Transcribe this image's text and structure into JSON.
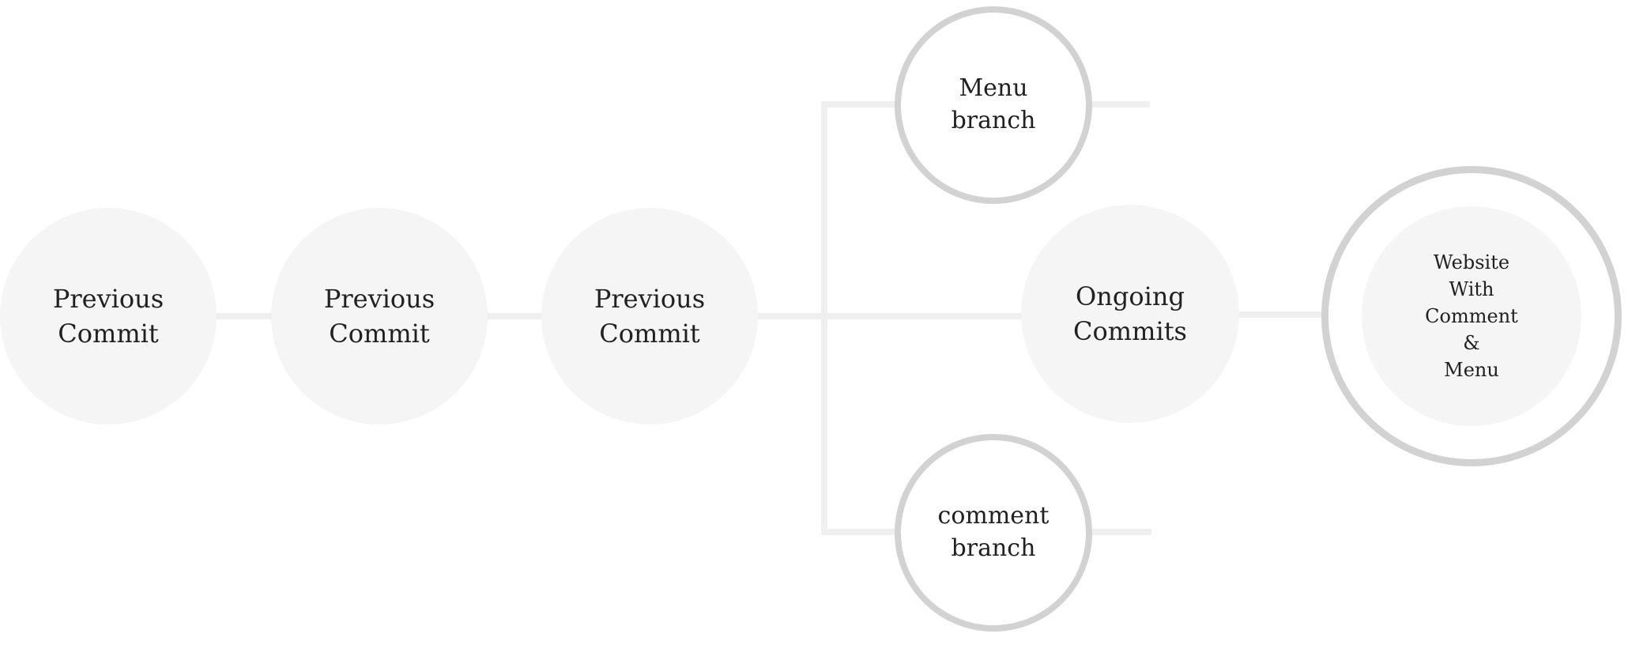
{
  "diagram": {
    "kind": "branching-commit-flowchart",
    "nodes": [
      {
        "id": "previous-commit-1",
        "label": "Previous\nCommit",
        "shape": "filled-circle"
      },
      {
        "id": "previous-commit-2",
        "label": "Previous\nCommit",
        "shape": "filled-circle"
      },
      {
        "id": "previous-commit-3",
        "label": "Previous\nCommit",
        "shape": "filled-circle"
      },
      {
        "id": "menu-branch",
        "label": "Menu\nbranch",
        "shape": "outlined-circle"
      },
      {
        "id": "comment-branch",
        "label": "comment\nbranch",
        "shape": "outlined-circle"
      },
      {
        "id": "ongoing-commits",
        "label": "Ongoing\nCommits",
        "shape": "filled-circle"
      },
      {
        "id": "website-with-comment-and-menu",
        "label": "Website\nWith\nComment\n&\nMenu",
        "shape": "ring-circle"
      }
    ],
    "edges": [
      {
        "from": "previous-commit-1",
        "to": "previous-commit-2"
      },
      {
        "from": "previous-commit-2",
        "to": "previous-commit-3"
      },
      {
        "from": "previous-commit-3",
        "to": "ongoing-commits"
      },
      {
        "from": "previous-commit-3",
        "to": "menu-branch"
      },
      {
        "from": "previous-commit-3",
        "to": "comment-branch"
      },
      {
        "from": "menu-branch",
        "to": ""
      },
      {
        "from": "comment-branch",
        "to": ""
      },
      {
        "from": "ongoing-commits",
        "to": "website-with-comment-and-menu"
      }
    ],
    "colors": {
      "background": "#ffffff",
      "node-fill": "#f5f5f5",
      "node-stroke": "#d2d2d2",
      "connector": "#efefef",
      "text": "#212121"
    }
  }
}
